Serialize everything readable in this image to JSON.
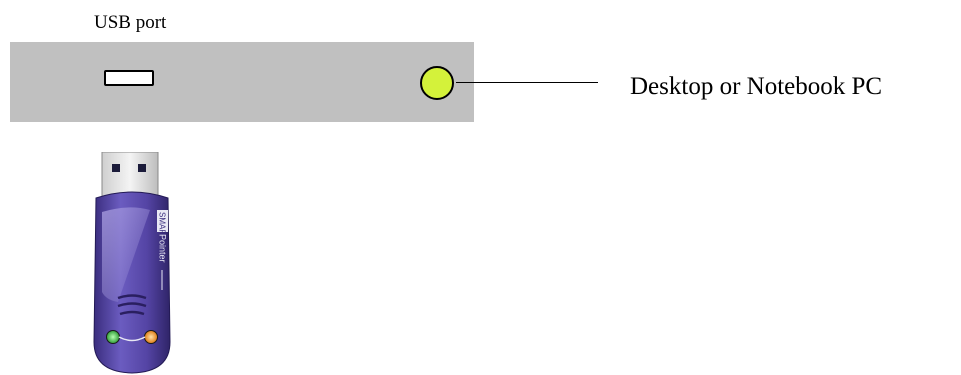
{
  "labels": {
    "usb_port": "USB port",
    "pc": "Desktop or Notebook PC"
  },
  "drive": {
    "brand": "SMART",
    "model": "Pointer",
    "body_color": "#5b4aa8",
    "led_left_color": "#3fc14a",
    "led_right_color": "#f0922a"
  },
  "colors": {
    "pc_panel": "#c0c0c0",
    "indicator": "#d4f23a"
  }
}
